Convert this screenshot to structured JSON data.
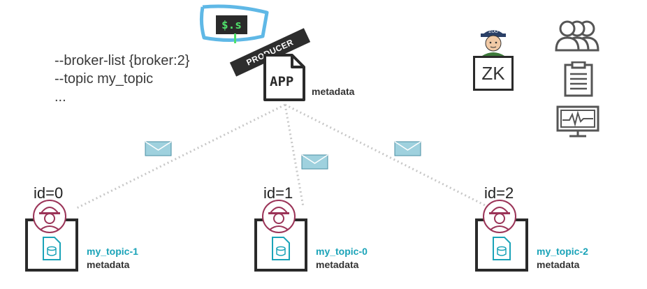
{
  "command": {
    "line1": "--broker-list {broker:2}",
    "line2": "--topic my_topic",
    "line3": "..."
  },
  "terminal": {
    "text": "$.s"
  },
  "producer": {
    "banner": "PRODUCER",
    "app_label": "APP",
    "metadata": "metadata"
  },
  "zookeeper": {
    "label": "ZK",
    "cap_text": "ZOO"
  },
  "brokers": [
    {
      "id": "id=0",
      "topic": "my_topic-1",
      "metadata": "metadata"
    },
    {
      "id": "id=1",
      "topic": "my_topic-0",
      "metadata": "metadata"
    },
    {
      "id": "id=2",
      "topic": "my_topic-2",
      "metadata": "metadata"
    }
  ],
  "colors": {
    "accent": "#1aa3b8",
    "broker_icon": "#9b3458",
    "dark": "#2a2a2a",
    "terminal_text": "#4fe06a",
    "highlight": "#5fb8e6"
  }
}
